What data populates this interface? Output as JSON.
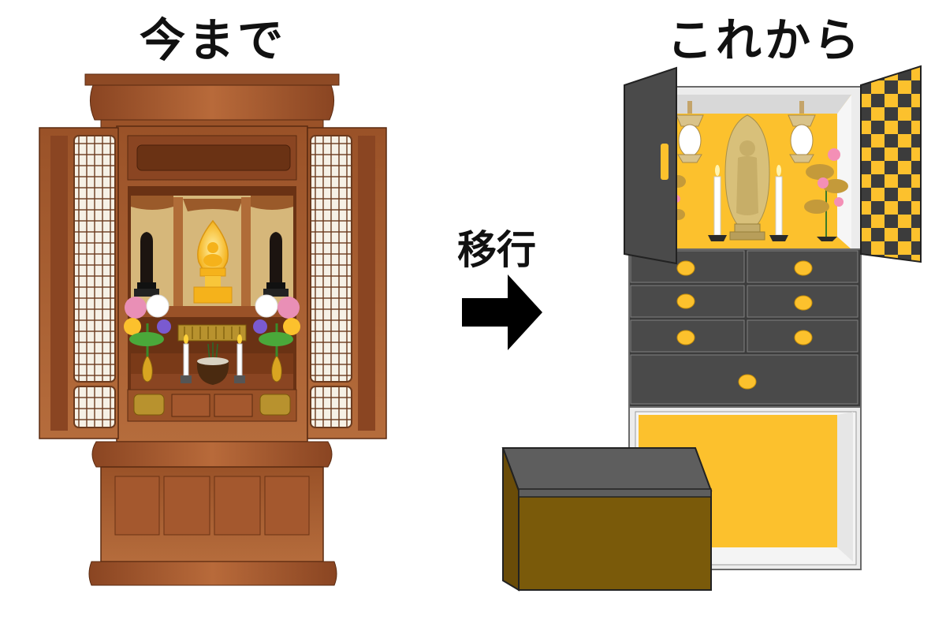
{
  "labels": {
    "before": "今まで",
    "transition": "移行",
    "after": "これから"
  },
  "colors": {
    "wood_dark": "#7a3f1e",
    "wood_mid": "#a4582e",
    "wood_light": "#c07a49",
    "gold": "#fcc12d",
    "black_lacquer": "#3c3c3c",
    "chest_brown": "#7a5a0a",
    "chest_lid": "#5e5e5e",
    "arrow": "#000000"
  },
  "icons": {
    "arrow": "arrow-right-icon"
  }
}
